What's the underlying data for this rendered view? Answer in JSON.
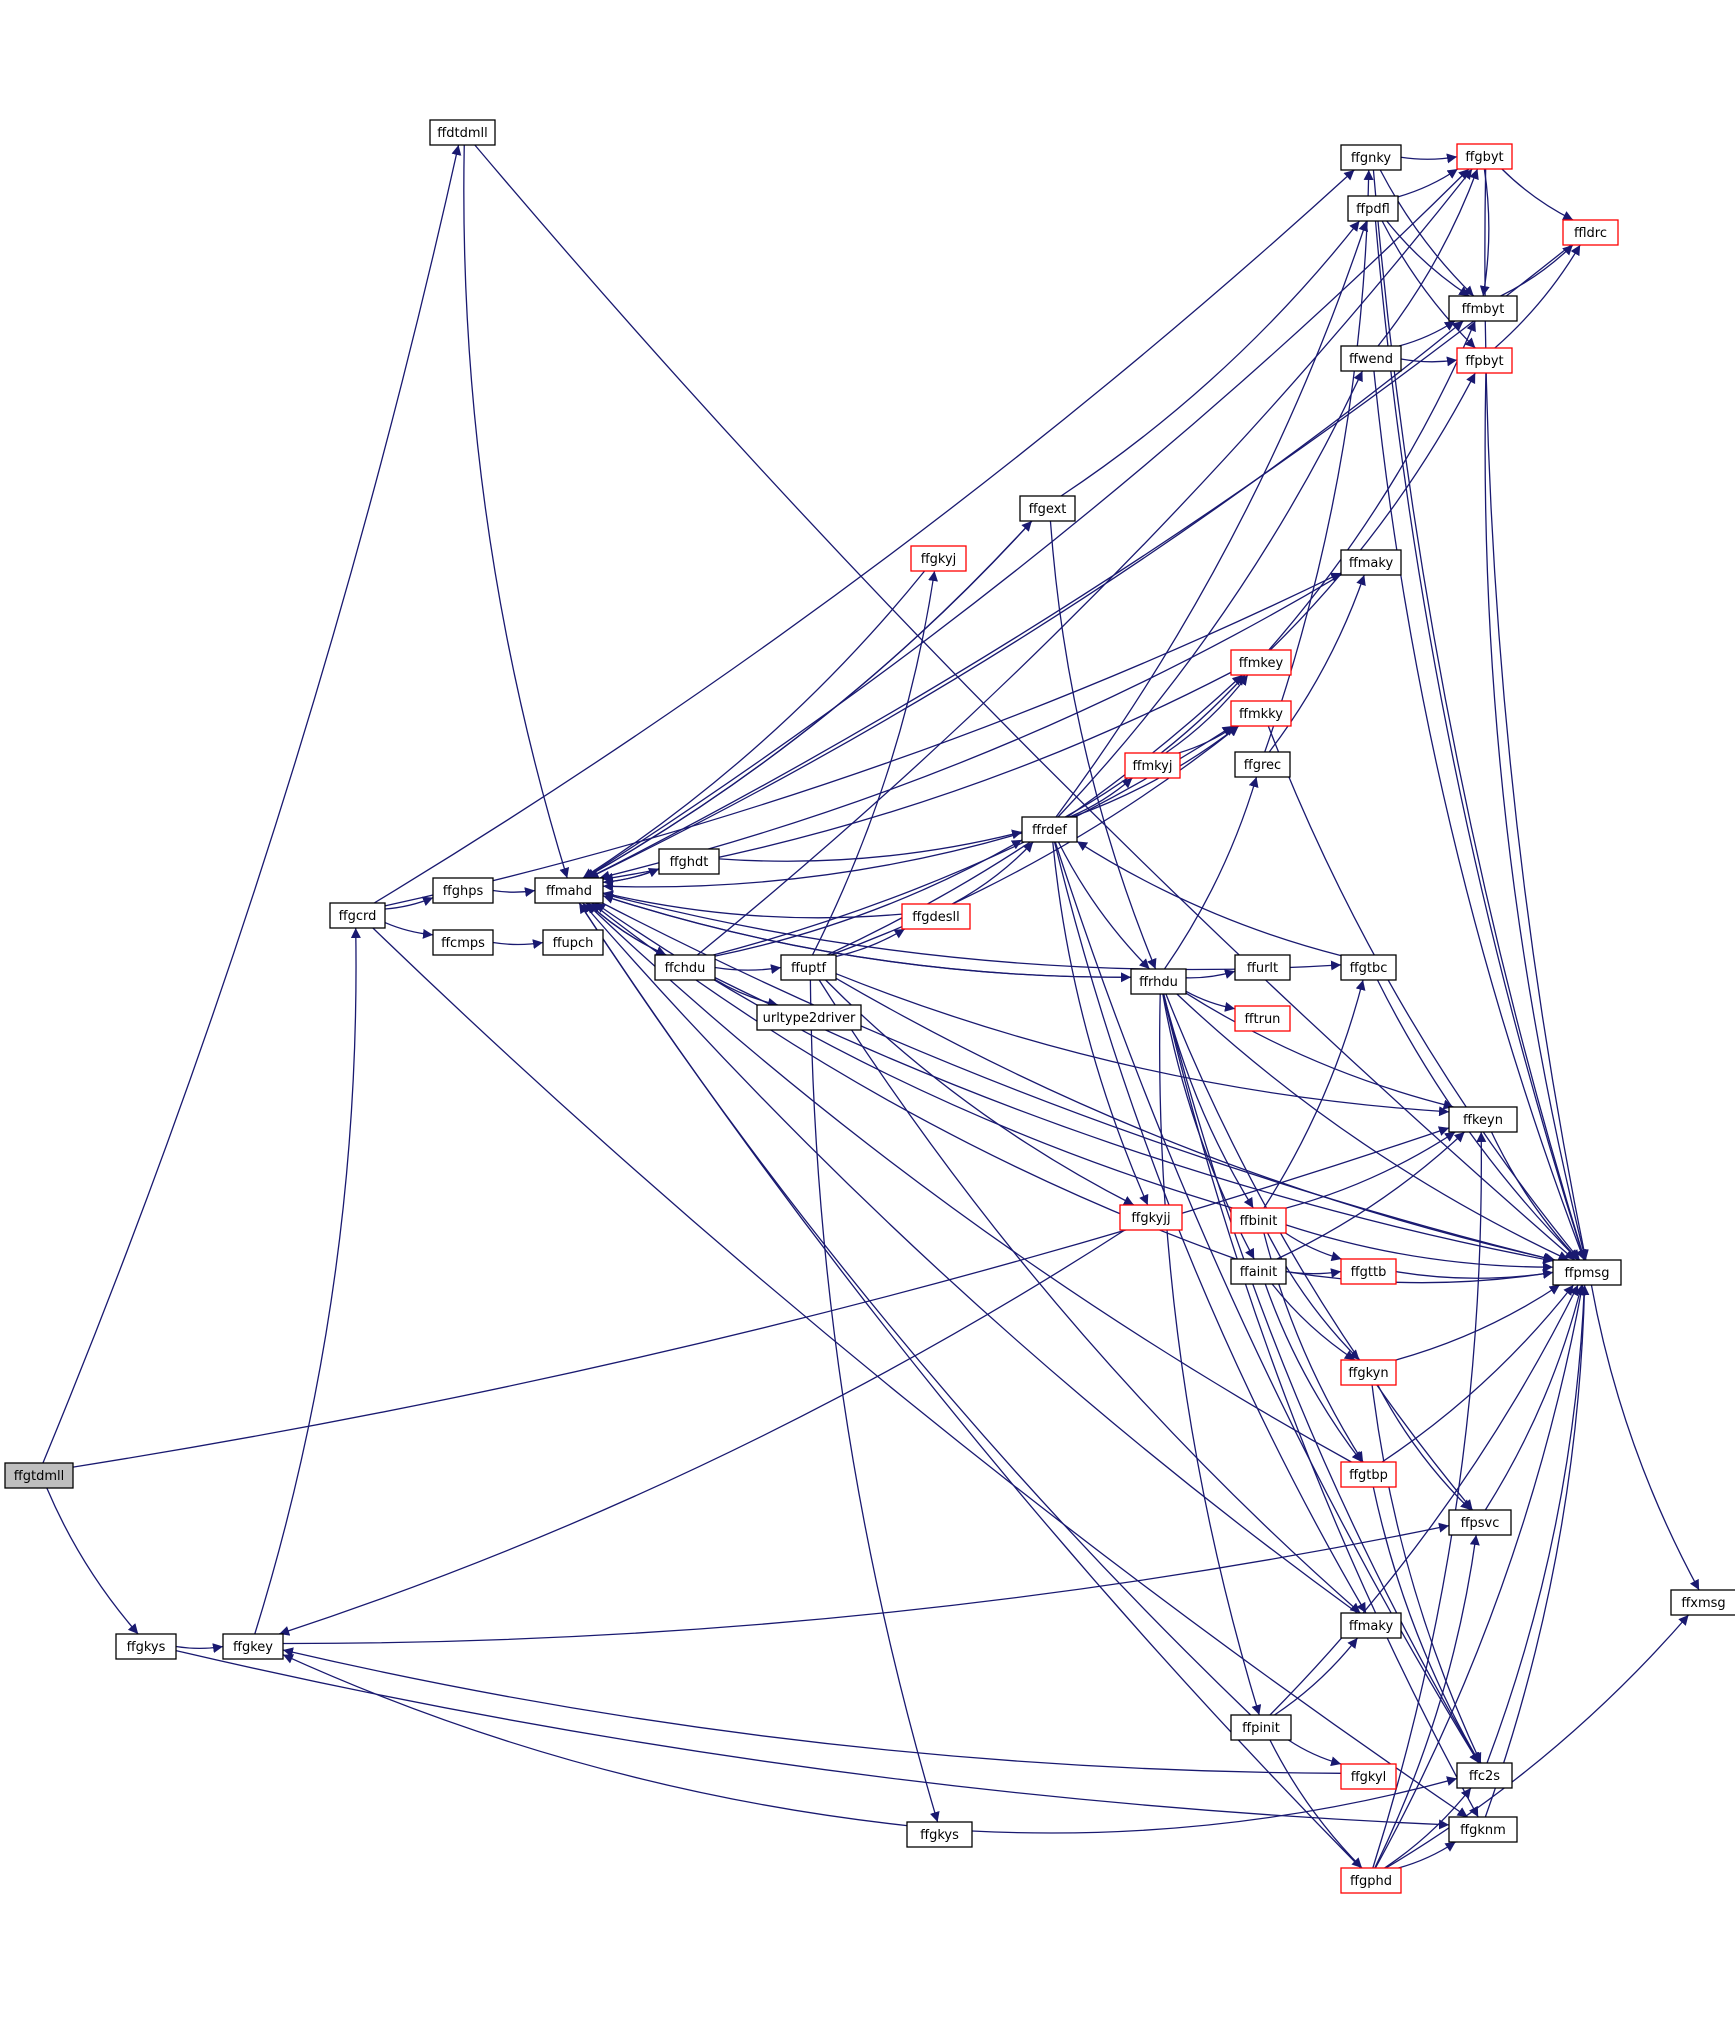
{
  "diagram": {
    "colors": {
      "edge": "#191970",
      "root_fill": "#bfbfbf",
      "node_fill": "#ffffff",
      "node_border": "#000000",
      "truncated_border": "#ff0000"
    },
    "nodes": {
      "ffgtdmll": {
        "label": "ffgtdmll",
        "root": true
      },
      "ffgkys_a": {
        "label": "ffgkys"
      },
      "ffgkey": {
        "label": "ffgkey"
      },
      "ffdtdmll": {
        "label": "ffdtdmll"
      },
      "ffgcrd": {
        "label": "ffgcrd"
      },
      "ffghps": {
        "label": "ffghps"
      },
      "ffcmps": {
        "label": "ffcmps"
      },
      "ffmahd": {
        "label": "ffmahd"
      },
      "ffupch": {
        "label": "ffupch"
      },
      "ffghdt": {
        "label": "ffghdt"
      },
      "ffchdu": {
        "label": "ffchdu"
      },
      "ffuptf": {
        "label": "ffuptf"
      },
      "urltype2driver": {
        "label": "urltype2driver"
      },
      "ffgkyj": {
        "label": "ffgkyj",
        "truncated": true
      },
      "ffgext": {
        "label": "ffgext"
      },
      "ffgdesll": {
        "label": "ffgdesll",
        "truncated": true
      },
      "ffrdef": {
        "label": "ffrdef"
      },
      "ffrhdu": {
        "label": "ffrhdu"
      },
      "ffgkyjj": {
        "label": "ffgkyjj",
        "truncated": true
      },
      "ffgkys_b": {
        "label": "ffgkys"
      },
      "ffmkyj": {
        "label": "ffmkyj",
        "truncated": true
      },
      "ffmkey": {
        "label": "ffmkey",
        "truncated": true
      },
      "ffmkky": {
        "label": "ffmkky",
        "truncated": true
      },
      "ffgrec": {
        "label": "ffgrec"
      },
      "ffurlt": {
        "label": "ffurlt"
      },
      "fftrun": {
        "label": "fftrun",
        "truncated": true
      },
      "ffbinit": {
        "label": "ffbinit",
        "truncated": true
      },
      "ffainit": {
        "label": "ffainit"
      },
      "ffpinit": {
        "label": "ffpinit"
      },
      "ffgnky": {
        "label": "ffgnky"
      },
      "ffpdfl": {
        "label": "ffpdfl"
      },
      "ffwend": {
        "label": "ffwend"
      },
      "ffmaky_top": {
        "label": "ffmaky"
      },
      "ffgtbc": {
        "label": "ffgtbc"
      },
      "ffgttb": {
        "label": "ffgttb",
        "truncated": true
      },
      "ffgkyn": {
        "label": "ffgkyn",
        "truncated": true
      },
      "ffgtbp": {
        "label": "ffgtbp",
        "truncated": true
      },
      "ffmaky_bot": {
        "label": "ffmaky"
      },
      "ffgkyl": {
        "label": "ffgkyl",
        "truncated": true
      },
      "ffgphd": {
        "label": "ffgphd",
        "truncated": true
      },
      "ffgbyt": {
        "label": "ffgbyt",
        "truncated": true
      },
      "ffmbyt": {
        "label": "ffmbyt"
      },
      "ffpbyt": {
        "label": "ffpbyt",
        "truncated": true
      },
      "ffkeyn": {
        "label": "ffkeyn"
      },
      "ffpsvc": {
        "label": "ffpsvc"
      },
      "ffc2s": {
        "label": "ffc2s"
      },
      "ffgknm": {
        "label": "ffgknm"
      },
      "ffldrc": {
        "label": "ffldrc",
        "truncated": true
      },
      "ffpmsg": {
        "label": "ffpmsg"
      },
      "ffxmsg": {
        "label": "ffxmsg"
      }
    },
    "edges": [
      [
        "ffgtdmll",
        "ffdtdmll"
      ],
      [
        "ffgtdmll",
        "ffgkys_a"
      ],
      [
        "ffgtdmll",
        "ffkeyn"
      ],
      [
        "ffgkys_a",
        "ffgkey"
      ],
      [
        "ffgkys_a",
        "ffgknm"
      ],
      [
        "ffgkey",
        "ffgcrd"
      ],
      [
        "ffgkey",
        "ffpsvc"
      ],
      [
        "ffdtdmll",
        "ffmahd"
      ],
      [
        "ffdtdmll",
        "ffpmsg"
      ],
      [
        "ffgcrd",
        "ffghps"
      ],
      [
        "ffgcrd",
        "ffcmps"
      ],
      [
        "ffgcrd",
        "ffgnky"
      ],
      [
        "ffgcrd",
        "ffmaky_top"
      ],
      [
        "ffgcrd",
        "ffgknm"
      ],
      [
        "ffghps",
        "ffmahd"
      ],
      [
        "ffcmps",
        "ffupch"
      ],
      [
        "ffmahd",
        "ffghdt"
      ],
      [
        "ffmahd",
        "ffchdu"
      ],
      [
        "ffmahd",
        "ffgext"
      ],
      [
        "ffmahd",
        "ffrhdu"
      ],
      [
        "ffmahd",
        "ffgbyt"
      ],
      [
        "ffmahd",
        "ffmbyt"
      ],
      [
        "ffmahd",
        "ffpmsg"
      ],
      [
        "ffmahd",
        "ffgtbc"
      ],
      [
        "ffghdt",
        "ffmahd"
      ],
      [
        "ffghdt",
        "ffrdef"
      ],
      [
        "ffchdu",
        "ffmahd"
      ],
      [
        "ffchdu",
        "ffuptf"
      ],
      [
        "ffchdu",
        "urltype2driver"
      ],
      [
        "ffchdu",
        "ffrdef"
      ],
      [
        "ffchdu",
        "ffmkky"
      ],
      [
        "ffchdu",
        "ffgbyt"
      ],
      [
        "ffchdu",
        "ffpmsg"
      ],
      [
        "ffuptf",
        "ffgkyj"
      ],
      [
        "ffuptf",
        "ffgdesll"
      ],
      [
        "ffuptf",
        "ffmkey"
      ],
      [
        "ffuptf",
        "ffgkyjj"
      ],
      [
        "ffuptf",
        "ffgkys_b"
      ],
      [
        "ffuptf",
        "ffmaky_bot"
      ],
      [
        "ffuptf",
        "ffkeyn"
      ],
      [
        "ffuptf",
        "ffmkky"
      ],
      [
        "ffuptf",
        "ffpmsg"
      ],
      [
        "ffgkyj",
        "ffmahd"
      ],
      [
        "ffgdesll",
        "ffmahd"
      ],
      [
        "ffgdesll",
        "ffrdef"
      ],
      [
        "ffrdef",
        "ffmahd"
      ],
      [
        "ffrdef",
        "ffrhdu"
      ],
      [
        "ffrdef",
        "ffmkyj"
      ],
      [
        "ffrdef",
        "ffmkey"
      ],
      [
        "ffrdef",
        "ffmkky"
      ],
      [
        "ffrdef",
        "ffpdfl"
      ],
      [
        "ffrdef",
        "ffwend"
      ],
      [
        "ffrdef",
        "ffgkyjj"
      ],
      [
        "ffrdef",
        "ffmaky_bot"
      ],
      [
        "ffrdef",
        "ffc2s"
      ],
      [
        "ffgext",
        "ffmahd"
      ],
      [
        "ffgext",
        "ffrhdu"
      ],
      [
        "ffgext",
        "ffpdfl"
      ],
      [
        "ffmkyj",
        "ffmkey"
      ],
      [
        "ffmkyj",
        "ffmkky"
      ],
      [
        "ffmkey",
        "ffmahd"
      ],
      [
        "ffmkey",
        "ffpbyt"
      ],
      [
        "ffmkey",
        "ffmbyt"
      ],
      [
        "ffmkky",
        "ffpmsg"
      ],
      [
        "ffgrec",
        "ffmaky_top"
      ],
      [
        "ffgrec",
        "ffgnky"
      ],
      [
        "ffrhdu",
        "ffmahd"
      ],
      [
        "ffrhdu",
        "ffgrec"
      ],
      [
        "ffrhdu",
        "ffurlt"
      ],
      [
        "ffrhdu",
        "fftrun"
      ],
      [
        "ffrhdu",
        "ffbinit"
      ],
      [
        "ffrhdu",
        "ffainit"
      ],
      [
        "ffrhdu",
        "ffpinit"
      ],
      [
        "ffrhdu",
        "ffkeyn"
      ],
      [
        "ffrhdu",
        "ffpmsg"
      ],
      [
        "ffrhdu",
        "ffgknm"
      ],
      [
        "ffrhdu",
        "ffpsvc"
      ],
      [
        "ffrhdu",
        "ffc2s"
      ],
      [
        "ffbinit",
        "ffmahd"
      ],
      [
        "ffbinit",
        "ffkeyn"
      ],
      [
        "ffbinit",
        "ffgttb"
      ],
      [
        "ffbinit",
        "ffgkyn"
      ],
      [
        "ffbinit",
        "ffgtbp"
      ],
      [
        "ffbinit",
        "ffpmsg"
      ],
      [
        "ffbinit",
        "ffgtbc"
      ],
      [
        "ffainit",
        "ffmahd"
      ],
      [
        "ffainit",
        "ffkeyn"
      ],
      [
        "ffainit",
        "ffgttb"
      ],
      [
        "ffainit",
        "ffgkyn"
      ],
      [
        "ffainit",
        "ffgtbp"
      ],
      [
        "ffainit",
        "ffpmsg"
      ],
      [
        "ffpinit",
        "ffmahd"
      ],
      [
        "ffpinit",
        "ffgkyl"
      ],
      [
        "ffpinit",
        "ffgphd"
      ],
      [
        "ffpinit",
        "ffmaky_bot"
      ],
      [
        "ffpinit",
        "ffpmsg"
      ],
      [
        "ffgnky",
        "ffgbyt"
      ],
      [
        "ffgnky",
        "ffmbyt"
      ],
      [
        "ffgnky",
        "ffpmsg"
      ],
      [
        "ffpdfl",
        "ffgbyt"
      ],
      [
        "ffpdfl",
        "ffmbyt"
      ],
      [
        "ffpdfl",
        "ffpbyt"
      ],
      [
        "ffpdfl",
        "ffpmsg"
      ],
      [
        "ffwend",
        "ffgbyt"
      ],
      [
        "ffwend",
        "ffmbyt"
      ],
      [
        "ffwend",
        "ffpbyt"
      ],
      [
        "ffwend",
        "ffpmsg"
      ],
      [
        "ffmaky_top",
        "ffmahd"
      ],
      [
        "ffgtbc",
        "ffrdef"
      ],
      [
        "ffgtbc",
        "ffpmsg"
      ],
      [
        "ffgttb",
        "ffpmsg"
      ],
      [
        "ffgkyn",
        "ffpsvc"
      ],
      [
        "ffgkyn",
        "ffpmsg"
      ],
      [
        "ffgkyn",
        "ffc2s"
      ],
      [
        "ffgtbp",
        "ffmahd"
      ],
      [
        "ffgtbp",
        "ffpmsg"
      ],
      [
        "ffgtbp",
        "ffc2s"
      ],
      [
        "ffmaky_bot",
        "ffmahd"
      ],
      [
        "ffgkyl",
        "ffgkey"
      ],
      [
        "ffgphd",
        "ffmahd"
      ],
      [
        "ffgphd",
        "ffgknm"
      ],
      [
        "ffgphd",
        "ffkeyn"
      ],
      [
        "ffgphd",
        "ffpsvc"
      ],
      [
        "ffgphd",
        "ffc2s"
      ],
      [
        "ffgphd",
        "ffpmsg"
      ],
      [
        "ffgphd",
        "ffxmsg"
      ],
      [
        "ffgkyjj",
        "ffgkey"
      ],
      [
        "ffgkys_b",
        "ffgkey"
      ],
      [
        "ffgkys_b",
        "ffc2s"
      ],
      [
        "ffgbyt",
        "ffldrc"
      ],
      [
        "ffgbyt",
        "ffmbyt"
      ],
      [
        "ffgbyt",
        "ffpmsg"
      ],
      [
        "ffmbyt",
        "ffldrc"
      ],
      [
        "ffpbyt",
        "ffldrc"
      ],
      [
        "ffpbyt",
        "ffpmsg"
      ],
      [
        "ffldrc",
        "ffmahd"
      ],
      [
        "ffkeyn",
        "ffpmsg"
      ],
      [
        "ffpsvc",
        "ffpmsg"
      ],
      [
        "ffc2s",
        "ffpmsg"
      ],
      [
        "ffgknm",
        "ffpmsg"
      ],
      [
        "ffpmsg",
        "ffxmsg"
      ]
    ]
  }
}
